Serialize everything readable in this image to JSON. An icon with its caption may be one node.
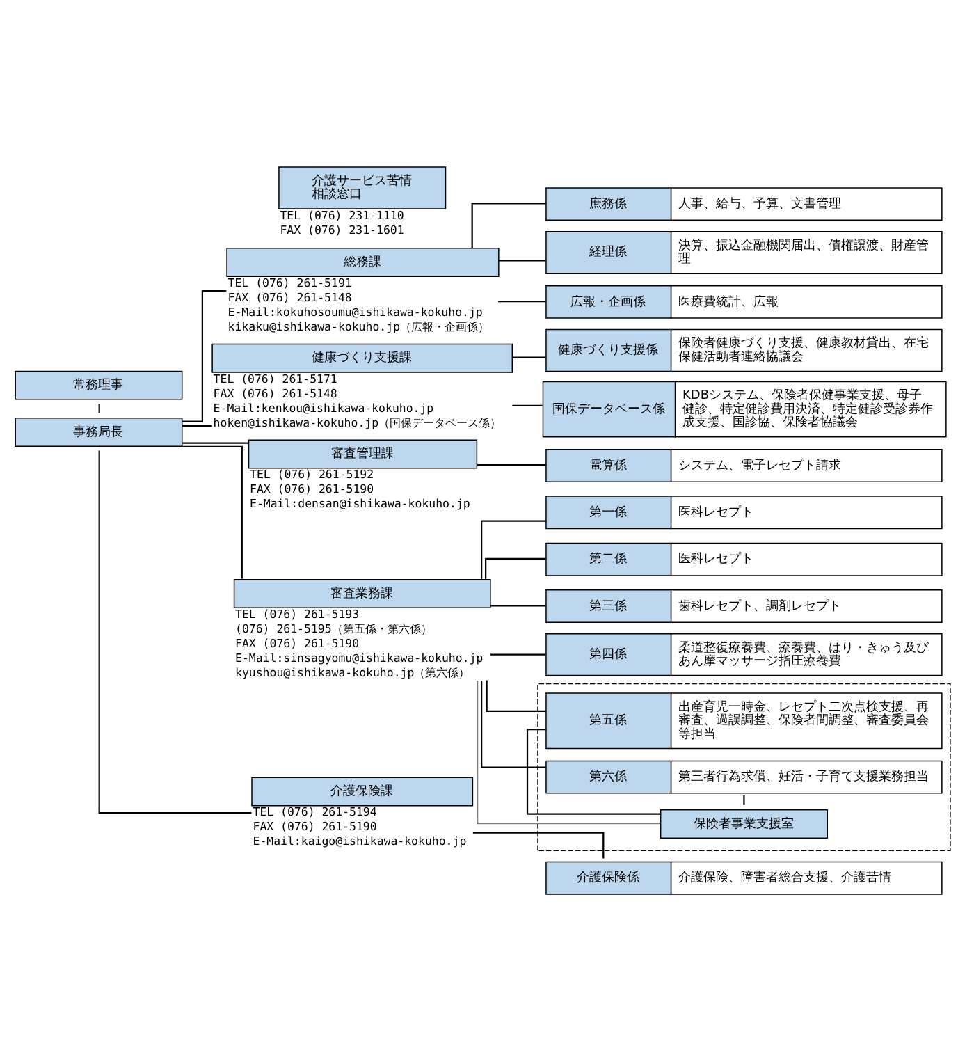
{
  "diagram": {
    "nodes": [
      {
        "text": [
          "常務理事"
        ]
      },
      {
        "text": [
          "事務局長"
        ]
      },
      {
        "text": [
          "総務課"
        ],
        "beside": [
          "TEL (076) 261-5191",
          "FAX (076) 261-5148",
          "E-Mail:kokuhosoumu@ishikawa-kokuho.jp",
          "kikaku@ishikawa-kokuho.jp（広報・企画係）"
        ]
      },
      {
        "text": [
          "庶務係",
          "人事、給与、予算、文書管理"
        ]
      },
      {
        "text": [
          "経理係",
          "決算、振込金融機関届出、債権譲渡、財産管理"
        ]
      },
      {
        "text": [
          "広報・企画係",
          "医療費統計、広報"
        ]
      },
      {
        "text": [
          "健康づくり支援課"
        ],
        "beside": [
          "TEL (076) 261-5171",
          "FAX (076) 261-5148",
          "E-Mail:kenkou@ishikawa-kokuho.jp",
          "hoken@ishikawa-kokuho.jp（国保データベース係）"
        ]
      },
      {
        "text": [
          "健康づくり支援係",
          "保険者健康づくり支援、健康教材貸出、在宅保健活動者連絡協議会"
        ]
      },
      {
        "text": [
          "国保データベース係",
          "KDBシステム、保険者保健事業支援、母子健診、特定健診費用決済、特定健診受診券作成支援、国診協、保険者協議会"
        ]
      },
      {
        "text": [
          "審査管理課"
        ],
        "beside": [
          "TEL (076) 261-5192",
          "FAX (076) 261-5190",
          "E-Mail:densan@ishikawa-kokuho.jp"
        ]
      },
      {
        "text": [
          "電算係",
          "システム、電子レセプト請求"
        ]
      },
      {
        "text": [
          "審査業務課"
        ],
        "beside": [
          "TEL (076) 261-5193",
          "(076) 261-5195（第五係・第六係）",
          "FAX (076) 261-5190",
          "E-Mail:sinsagyomu@ishikawa-kokuho.jp",
          "kyushou@ishikawa-kokuho.jp（第六係）"
        ]
      },
      {
        "text": [
          "第一係",
          "医科レセプト"
        ]
      },
      {
        "text": [
          "第二係",
          "医科レセプト"
        ]
      },
      {
        "text": [
          "第三係",
          "歯科レセプト、調剤レセプト"
        ]
      },
      {
        "text": [
          "第四係",
          "柔道整復療養費、療養費、はり・きゅう及びあん摩マッサージ指圧療養費"
        ]
      },
      {
        "text": [],
        "shape": "box"
      },
      {
        "text": [
          "第五係",
          "出産育児一時金、レセプト二次点検支援、再審査、過誤調整、保険者間調整、審査委員会等担当"
        ],
        "in": 16
      },
      {
        "text": [
          "第六係",
          "第三者行為求償、妊活・子育て支援業務担当"
        ],
        "in": 16
      },
      {
        "text": [
          "保険者事業支援室"
        ],
        "in": 16
      },
      {
        "text": [
          "介護保険課"
        ],
        "beside": [
          "TEL (076) 261-5194",
          "FAX (076) 261-5190",
          "E-Mail:kaigo@ishikawa-kokuho.jp"
        ]
      },
      {
        "text": [
          "介護保険係",
          "介護保険、障害者総合支援、介護苦情"
        ]
      },
      {
        "text": [
          "介護サービス苦情相談窓口"
        ],
        "beside": [
          "TEL (076) 231-1110",
          "FAX (076) 231-1601"
        ]
      }
    ],
    "edges": [
      {
        "from": 0,
        "to": 1,
        "arrow": "none"
      },
      {
        "from": 1,
        "to": 2,
        "arrow": "none"
      },
      {
        "from": 1,
        "to": 6,
        "arrow": "none"
      },
      {
        "from": 1,
        "to": 9,
        "arrow": "none"
      },
      {
        "from": 1,
        "to": 11,
        "arrow": "none"
      },
      {
        "from": 1,
        "to": 20,
        "arrow": "none"
      },
      {
        "from": 2,
        "to": 3,
        "arrow": "none"
      },
      {
        "from": 2,
        "to": 4,
        "arrow": "none"
      },
      {
        "from": 2,
        "to": 5,
        "arrow": "none"
      },
      {
        "from": 6,
        "to": 7,
        "arrow": "none"
      },
      {
        "from": 6,
        "to": 8,
        "arrow": "none"
      },
      {
        "from": 9,
        "to": 10,
        "arrow": "none"
      },
      {
        "from": 11,
        "to": 12,
        "arrow": "none"
      },
      {
        "from": 11,
        "to": 13,
        "arrow": "none"
      },
      {
        "from": 11,
        "to": 14,
        "arrow": "none"
      },
      {
        "from": 11,
        "to": 15,
        "arrow": "none"
      },
      {
        "from": 11,
        "to": 17,
        "arrow": "none"
      },
      {
        "from": 11,
        "to": 18,
        "arrow": "none"
      },
      {
        "from": 11,
        "to": 19,
        "arrow": "none",
        "color": "#808080"
      },
      {
        "from": 19,
        "to": 17,
        "arrow": "none"
      },
      {
        "from": 19,
        "to": 18,
        "arrow": "none"
      },
      {
        "from": 20,
        "to": 21,
        "arrow": "none"
      }
    ]
  }
}
